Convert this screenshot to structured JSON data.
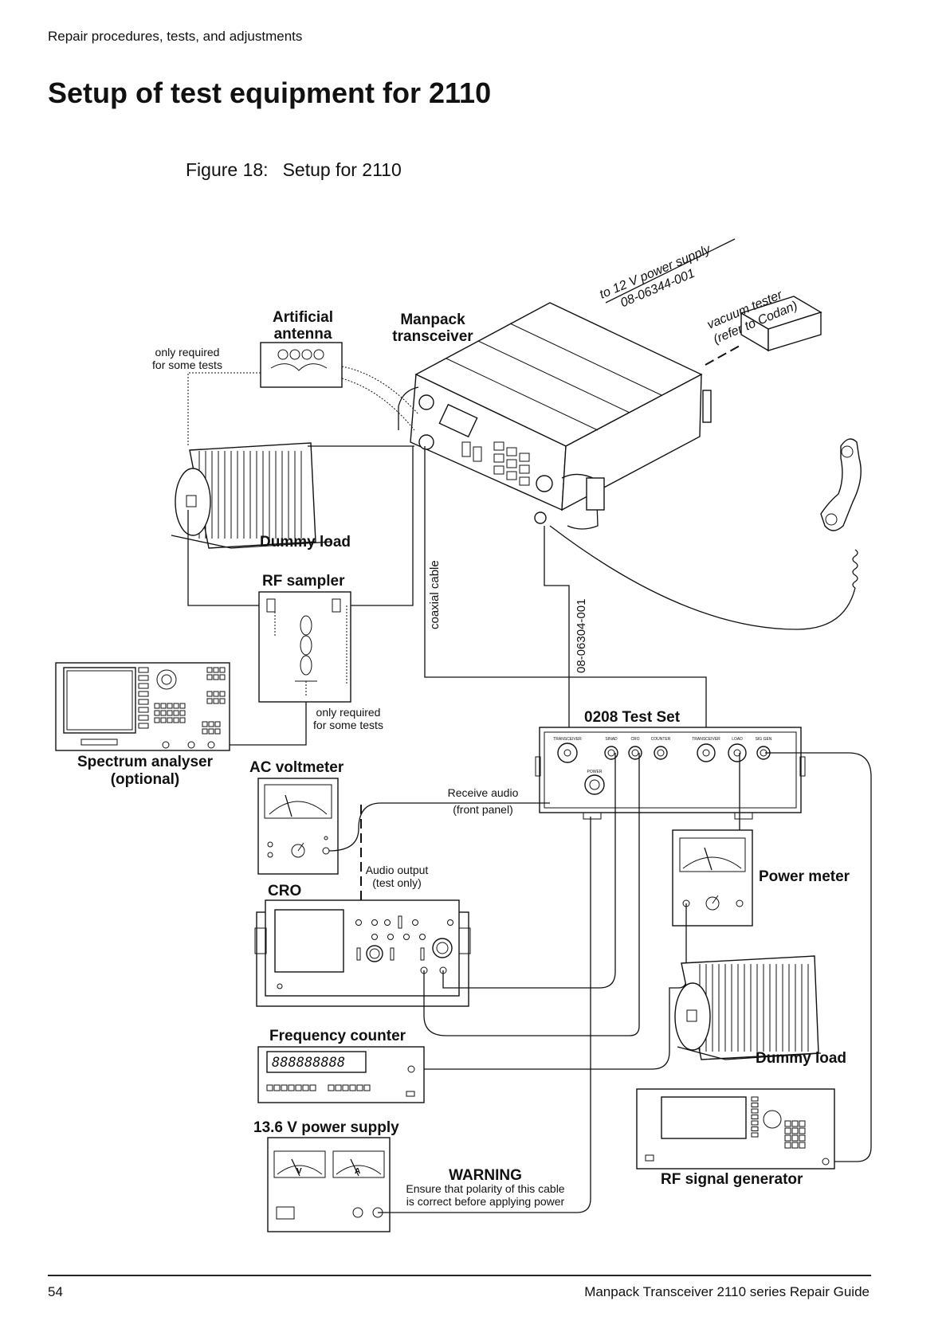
{
  "header": {
    "running_title": "Repair procedures, tests, and adjustments",
    "section_title": "Setup of test equipment for 2110"
  },
  "figure": {
    "number": "Figure 18:",
    "caption": "Setup for 2110"
  },
  "diagram": {
    "artificial_antenna": [
      "Artificial",
      "antenna"
    ],
    "manpack_transceiver": [
      "Manpack",
      "transceiver"
    ],
    "power_supply_note": "to 12 V power supply",
    "power_supply_cable": "08-06344-001",
    "vacuum_tester": [
      "vacuum tester",
      "(refer to Codan)"
    ],
    "only_required_1": [
      "only required",
      "for some tests"
    ],
    "dummy_load_1": "Dummy load",
    "rf_sampler": "RF sampler",
    "coaxial_cable": "coaxial cable",
    "test_cable": "08-06304-001",
    "only_required_2": [
      "only required",
      "for some tests"
    ],
    "spectrum_analyser": [
      "Spectrum analyser",
      "(optional)"
    ],
    "test_set": "0208 Test Set",
    "test_set_ports": [
      "TRANSCEIVER",
      "SINAD",
      "CRO",
      "COUNTER",
      "TRANSCEIVER",
      "LOAD",
      "SIG GEN"
    ],
    "test_set_power": "POWER",
    "ac_voltmeter": "AC voltmeter",
    "receive_audio": [
      "Receive audio",
      "(front panel)"
    ],
    "audio_output": [
      "Audio output",
      "(test only)"
    ],
    "cro": "CRO",
    "power_meter": "Power meter",
    "frequency_counter": "Frequency counter",
    "counter_display": "888888888",
    "dummy_load_2": "Dummy load",
    "power_supply": "13.6 V power supply",
    "meter_v": "V",
    "meter_a": "A",
    "warning_title": "WARNING",
    "warning_text": [
      "Ensure that polarity of this cable",
      "is correct before applying power"
    ],
    "rf_signal_generator": "RF signal generator"
  },
  "footer": {
    "page_number": "54",
    "guide_title": "Manpack Transceiver 2110 series Repair Guide"
  }
}
